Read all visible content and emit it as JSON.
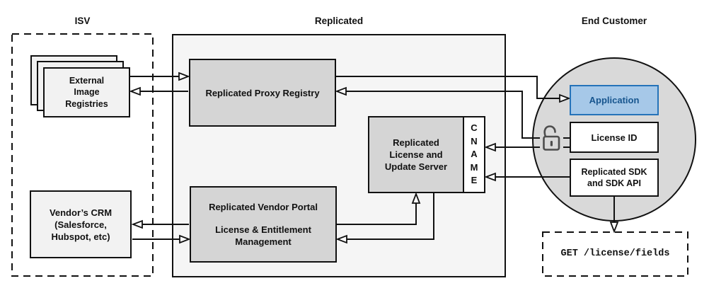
{
  "titles": {
    "isv": "ISV",
    "replicated": "Replicated",
    "end_customer": "End Customer"
  },
  "isv": {
    "registries": {
      "lines": [
        "External",
        "Image",
        "Registries"
      ]
    },
    "crm": {
      "lines": [
        "Vendor’s CRM",
        "(Salesforce,",
        "Hubspot, etc)"
      ]
    }
  },
  "replicated": {
    "proxy_registry": {
      "label": "Replicated Proxy Registry"
    },
    "license_update_server": {
      "lines": [
        "Replicated",
        "License and",
        "Update Server"
      ]
    },
    "cname": {
      "letters": [
        "C",
        "N",
        "A",
        "M",
        "E"
      ]
    },
    "vendor_portal": {
      "title": "Replicated Vendor Portal",
      "line1": "License & Entitlement",
      "line2": "Management"
    }
  },
  "end_customer": {
    "application": {
      "label": "Application"
    },
    "license_id": {
      "label": "License ID"
    },
    "sdk": {
      "lines": [
        "Replicated SDK",
        "and SDK API"
      ]
    },
    "api_call": {
      "label": "GET /license/fields"
    }
  },
  "icons": {
    "lock": "open-padlock-icon"
  },
  "colors": {
    "accent_blue_fill": "#a6c8e8",
    "accent_blue_border": "#2573b9",
    "accent_blue_text": "#17558e",
    "box_gray": "#d5d5d5",
    "region_gray": "#f5f5f5",
    "circle_gray": "#d9d9d9",
    "light_box": "#f2f2f2",
    "line_black": "#111111",
    "lock_gray": "#4d4d4d"
  }
}
